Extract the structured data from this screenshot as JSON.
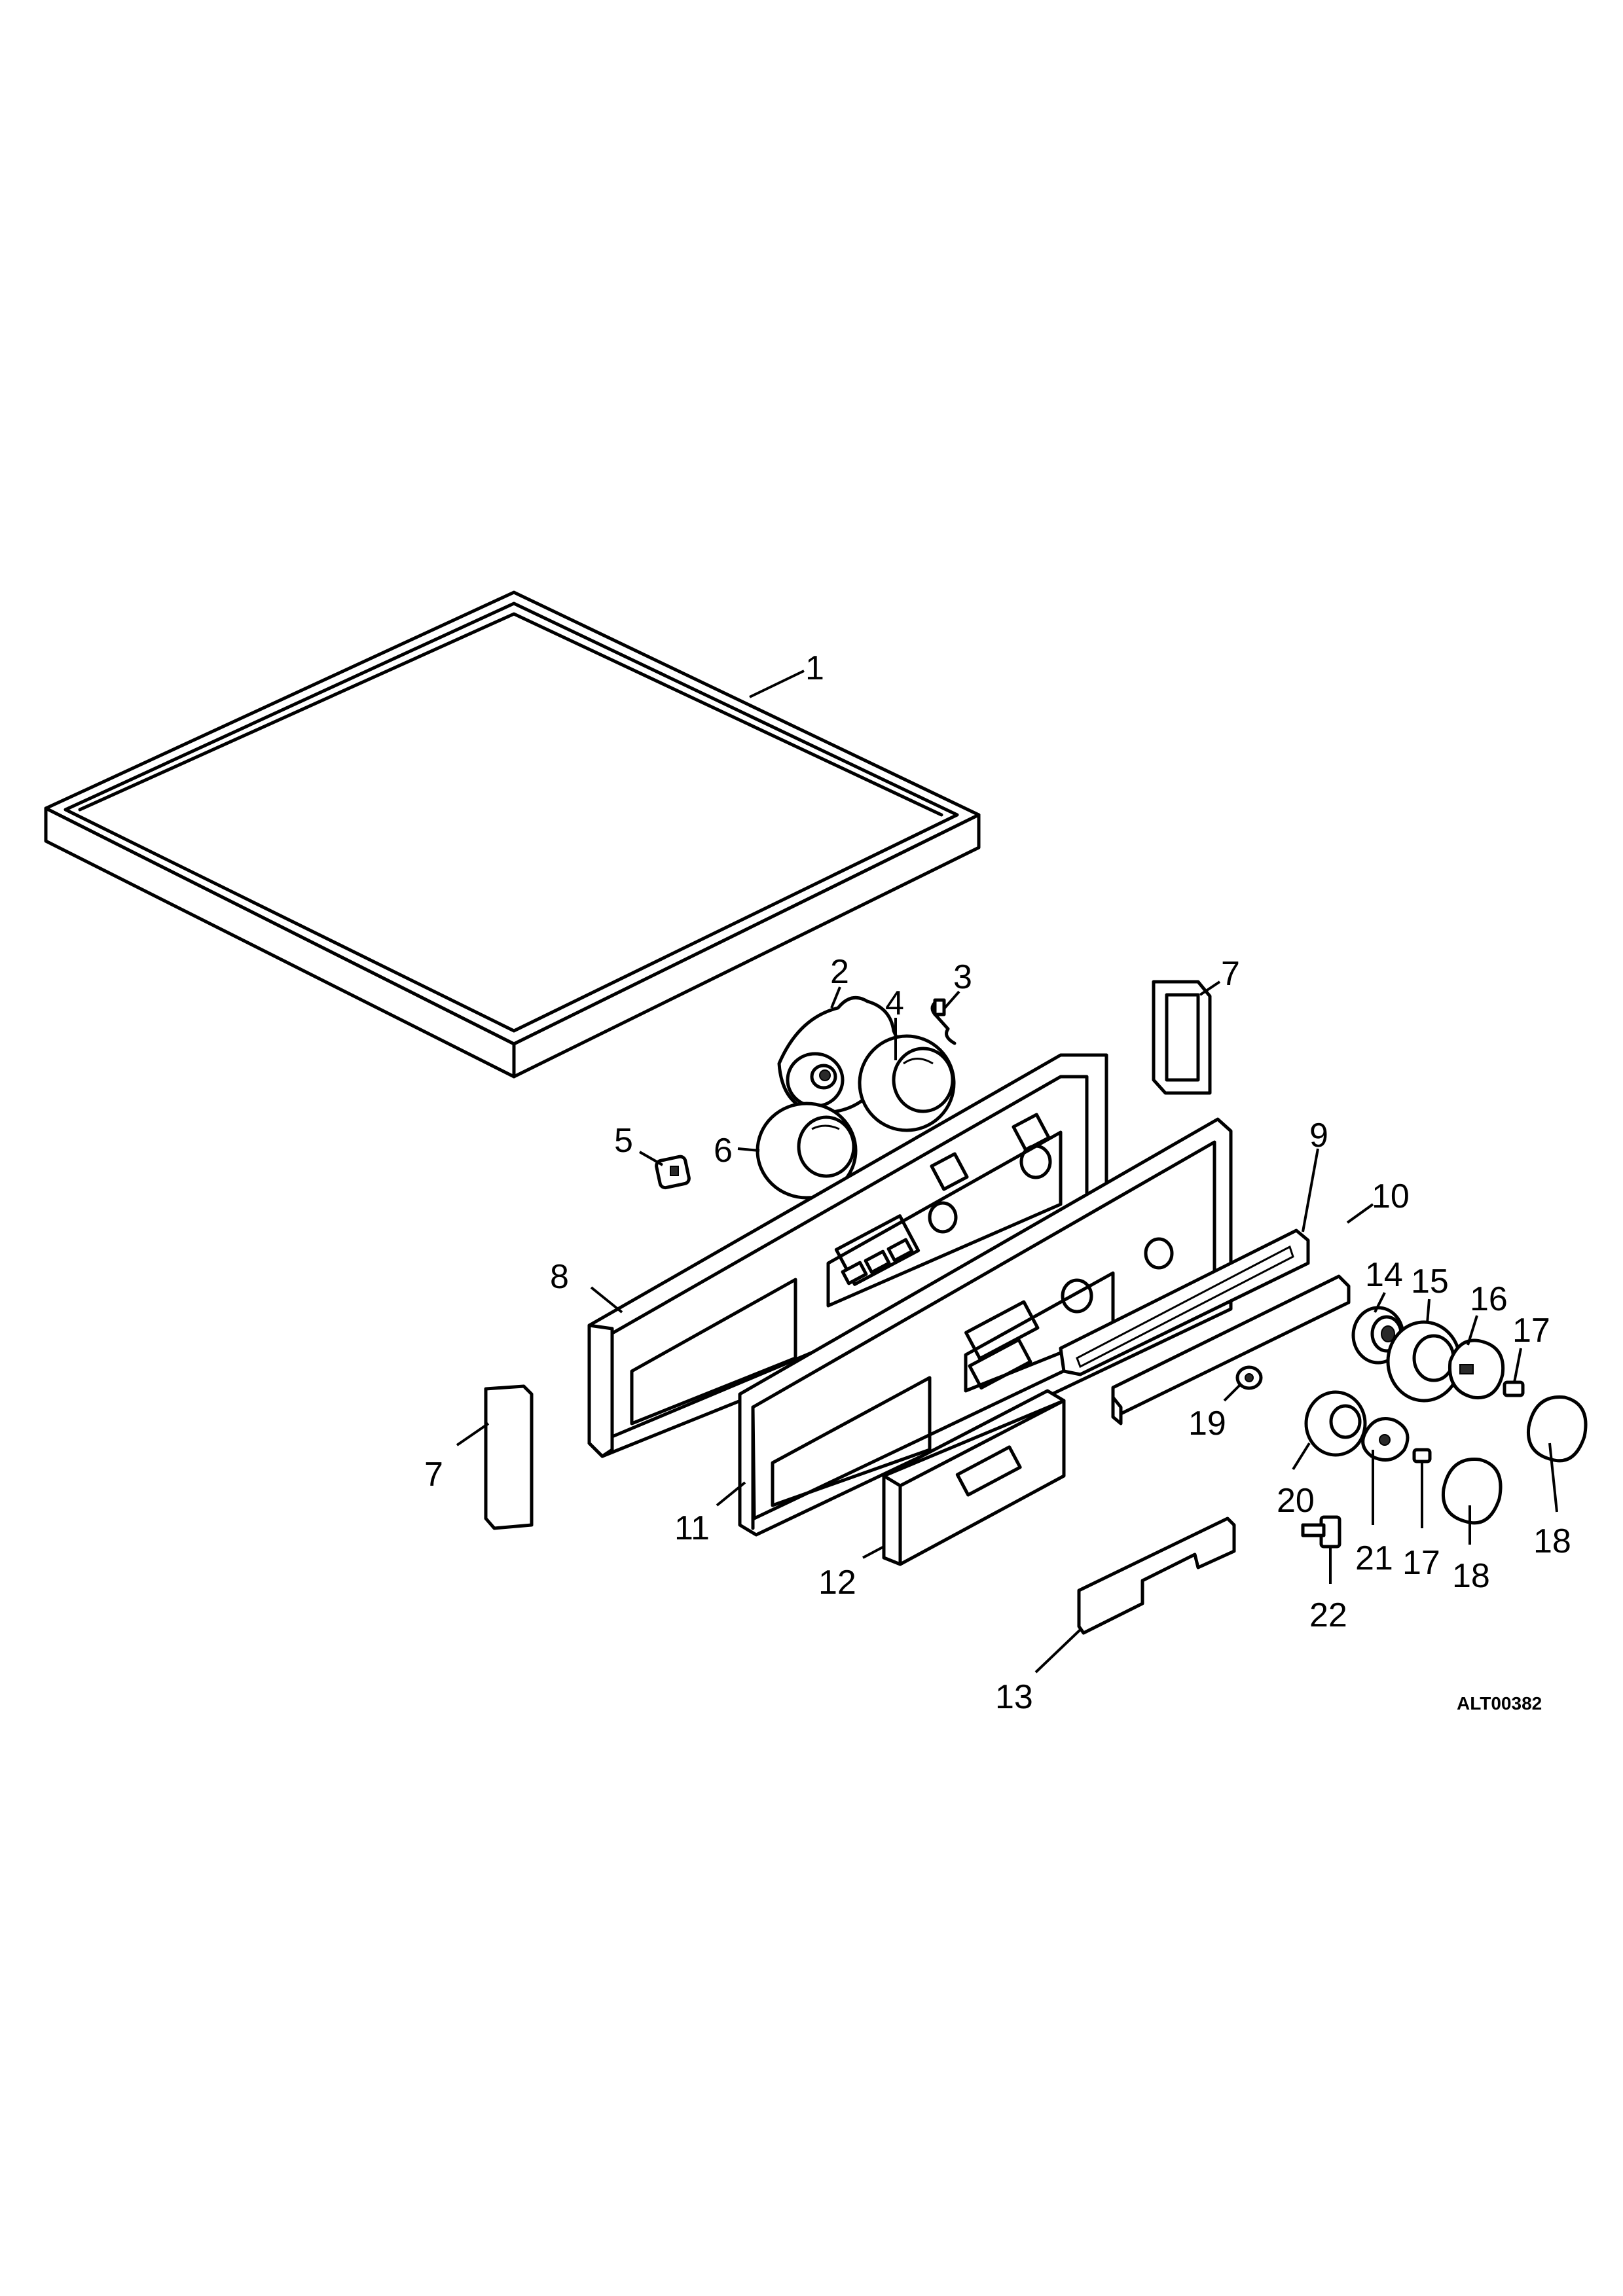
{
  "callouts": {
    "c1": "1",
    "c2": "2",
    "c3": "3",
    "c4": "4",
    "c5": "5",
    "c6": "6",
    "c7a": "7",
    "c7b": "7",
    "c8": "8",
    "c9": "9",
    "c10": "10",
    "c11": "11",
    "c12": "12",
    "c13": "13",
    "c14": "14",
    "c15": "15",
    "c16": "16",
    "c17a": "17",
    "c17b": "17",
    "c18a": "18",
    "c18b": "18",
    "c19": "19",
    "c20": "20",
    "c21": "21",
    "c22": "22"
  },
  "reference_code": "ALT00382"
}
